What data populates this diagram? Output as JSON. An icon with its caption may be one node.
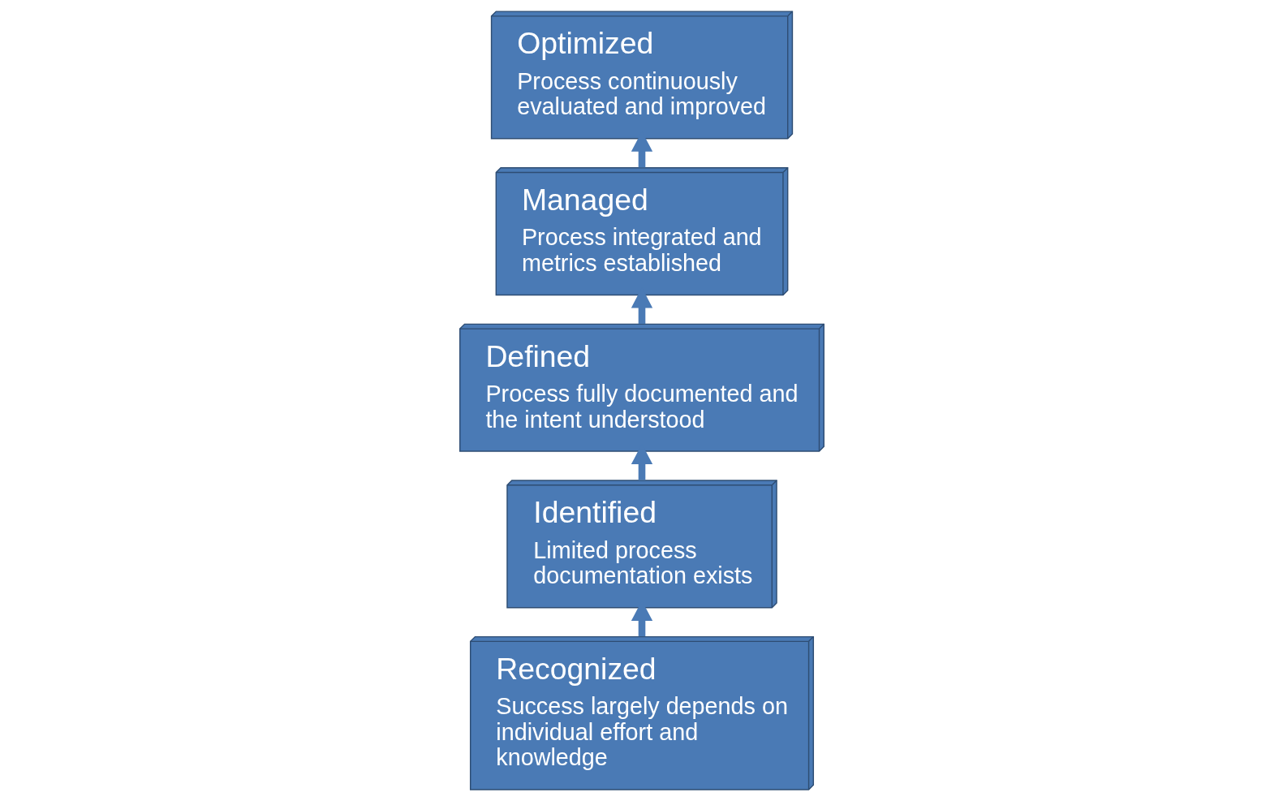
{
  "diagram": {
    "nodes": [
      {
        "text": [
          "Recognized",
          "Success largely depends on individual effort and knowledge"
        ]
      },
      {
        "text": [
          "Identified",
          "Limited process documentation exists"
        ]
      },
      {
        "text": [
          "Defined",
          "Process fully documented and the intent understood"
        ]
      },
      {
        "text": [
          "Managed",
          "Process integrated and metrics established"
        ]
      },
      {
        "text": [
          "Optimized",
          "Process continuously evaluated and improved"
        ]
      }
    ],
    "edges": [
      {
        "from": 0,
        "to": 1,
        "arrow": "to"
      },
      {
        "from": 1,
        "to": 2,
        "arrow": "to"
      },
      {
        "from": 2,
        "to": 3,
        "arrow": "to"
      },
      {
        "from": 3,
        "to": 4,
        "arrow": "to"
      }
    ]
  }
}
